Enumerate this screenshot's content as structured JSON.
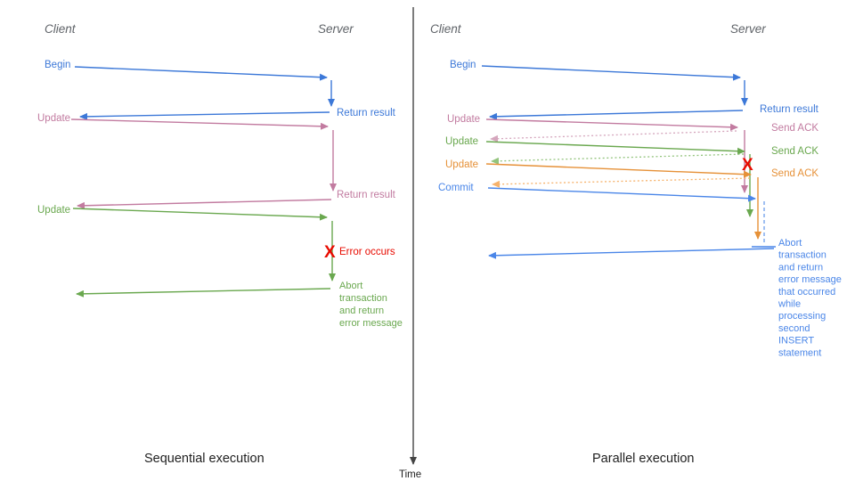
{
  "colors": {
    "blue": "#3c78d8",
    "light_blue": "#4a86e8",
    "dashed_blue": "#6d9eeb",
    "pink": "#c27ba0",
    "light_pink": "#d5a6bd",
    "green": "#6aa84f",
    "light_green": "#93c47d",
    "orange": "#e69138",
    "light_orange": "#f6b26b",
    "red": "#e80b00",
    "gray": "#5f6368",
    "text": "#1f1f1f",
    "divider": "#444444"
  },
  "time_label": "Time",
  "sequential": {
    "caption": "Sequential execution",
    "client_label": "Client",
    "server_label": "Server",
    "begin": "Begin",
    "return_result_1": "Return result",
    "update_1": "Update",
    "return_result_2": "Return result",
    "update_2": "Update",
    "error_mark": "X",
    "error_label": "Error occurs",
    "abort_lines": [
      "Abort",
      "transaction",
      "and return",
      "error message"
    ]
  },
  "parallel": {
    "caption": "Parallel execution",
    "client_label": "Client",
    "server_label": "Server",
    "begin": "Begin",
    "return_result": "Return result",
    "update_1": "Update",
    "send_ack_1": "Send ACK",
    "update_2": "Update",
    "send_ack_2": "Send ACK",
    "update_3": "Update",
    "send_ack_3": "Send ACK",
    "commit": "Commit",
    "error_mark": "X",
    "abort_lines": [
      "Abort",
      "transaction",
      "and return",
      "error message",
      "that occurred",
      "while",
      "processing",
      "second",
      "INSERT",
      "statement"
    ]
  }
}
